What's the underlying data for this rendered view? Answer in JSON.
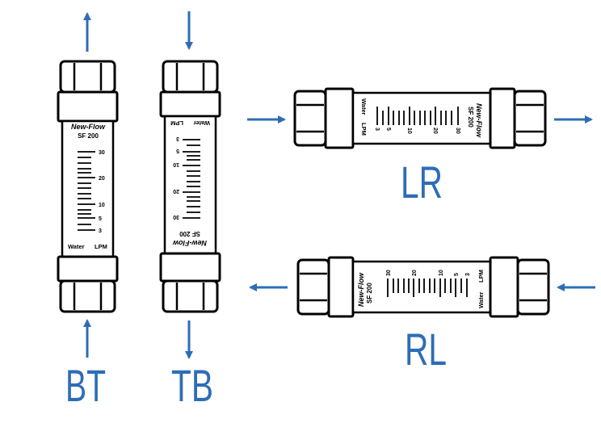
{
  "colors": {
    "accent": "#2e6db5",
    "ink": "#000000"
  },
  "meters": [
    {
      "id": "bt",
      "label": "BT",
      "direction": "up",
      "brand": "New-Flow",
      "model": "SF 200",
      "fluid": "Water",
      "unit": "LPM",
      "scale": [
        "30",
        "20",
        "10",
        "5",
        "3"
      ]
    },
    {
      "id": "tb",
      "label": "TB",
      "direction": "down",
      "brand": "New-Flow",
      "model": "SF 200",
      "fluid": "Water",
      "unit": "LPM",
      "scale": [
        "30",
        "20",
        "10",
        "5",
        "3"
      ]
    },
    {
      "id": "lr",
      "label": "LR",
      "direction": "right",
      "brand": "New-Flow",
      "model": "SF 200",
      "fluid": "Water",
      "unit": "LPM",
      "scale": [
        "30",
        "20",
        "10",
        "5",
        "3"
      ]
    },
    {
      "id": "rl",
      "label": "RL",
      "direction": "left",
      "brand": "New-Flow",
      "model": "SF 200",
      "fluid": "Water",
      "unit": "LPM",
      "scale": [
        "30",
        "20",
        "10",
        "5",
        "3"
      ]
    }
  ]
}
